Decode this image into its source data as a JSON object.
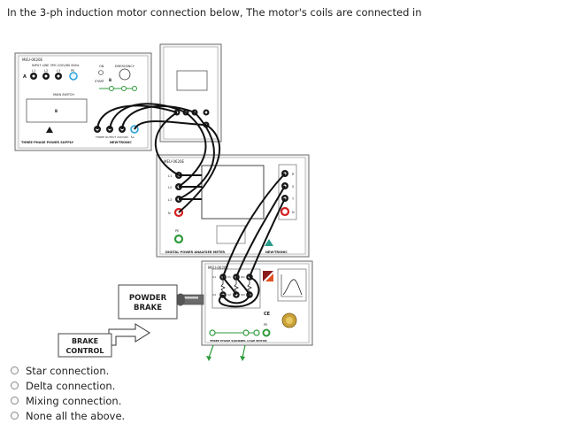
{
  "question": {
    "text": "In the 3-ph induction motor connection below, The motor's coils are connected in"
  },
  "figure": {
    "supply_panel": {
      "code": "MEU-0620E",
      "input_line_label": "INPUT LINE 3PH 220V/60 60Hz",
      "terminal_labels": [
        "L1",
        "L2",
        "L3",
        "PE"
      ],
      "on_label": "ON",
      "emergency_label": "EMERGENCY",
      "start_label": "START",
      "main_switch_label": "MAIN SWITCH",
      "output_label": "THREE OUTPUT 220V/60 - 5A",
      "footer": "THREE-PHASE POWER SUPPLY",
      "brand": "NEW-TRONIC"
    },
    "analyzer_panel": {
      "code": "MEU-0620E",
      "left_labels": [
        "L1",
        "L2",
        "L3",
        "N"
      ],
      "right_labels": [
        "R",
        "S",
        "T",
        "N"
      ],
      "pe_label": "PE",
      "footer": "DIGITAL POWER ANALYSER METER",
      "brand": "NEW-TRONIC"
    },
    "motor_panel": {
      "code": "MEU-0620E",
      "terminal_labels": [
        "U1",
        "V1",
        "W1",
        "U2",
        "V2",
        "W2"
      ],
      "ce_mark": "CE",
      "pe_label": "PE",
      "footer": "THREE PHASE SQUIRREL CAGE MOTOR"
    },
    "powder_brake": {
      "line1": "POWDER",
      "line2": "BRAKE"
    },
    "brake_control": {
      "line1": "BRAKE",
      "line2": "CONTROL"
    }
  },
  "options": [
    {
      "label": "Star connection."
    },
    {
      "label": "Delta connection."
    },
    {
      "label": "Mixing connection."
    },
    {
      "label": "None all the above."
    }
  ],
  "colors": {
    "terminal_black": "#1a1a1a",
    "terminal_red": "#d42020",
    "terminal_blue": "#2a6fd6",
    "ground_green": "#2e9a3a",
    "panel_border": "#6b6b6b",
    "wire": "#111111"
  }
}
